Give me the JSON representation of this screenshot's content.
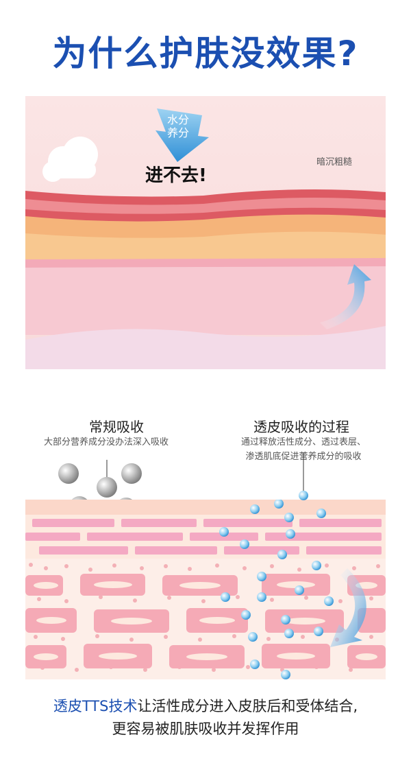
{
  "title": "为什么护肤没效果?",
  "panel1": {
    "arrow_line1": "水分",
    "arrow_line2": "养分",
    "blocked_text": "进不去!",
    "dull_label": "暗沉粗糙"
  },
  "panel2": {
    "left_heading": "常规吸收",
    "left_desc": "大部分营养成分没办法深入吸收",
    "right_heading": "透皮吸收的过程",
    "right_desc_line1": "通过释放活性成分、透过表层、",
    "right_desc_line2": "渗透肌底促进营养成分的吸收"
  },
  "bottom": {
    "highlight": "透皮TTS技术",
    "line1_rest": "让活性成分进入皮肤后和受体结合,",
    "line2": "更容易被肌肤吸收并发挥作用"
  },
  "colors": {
    "brand_blue": "#1b4fb1",
    "skin_pink": "#f5c7cf",
    "skin_red": "#dd5a63",
    "cell_purple": "#c59ac7",
    "cell_blue": "#2a9bd4"
  }
}
